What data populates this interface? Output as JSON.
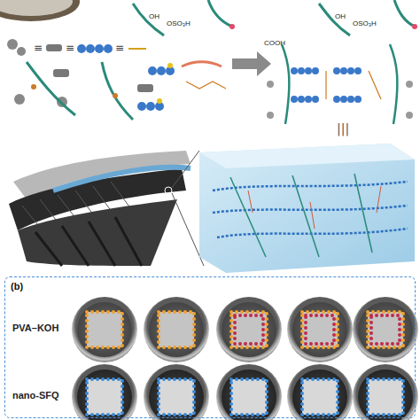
{
  "diagram": {
    "nodes": [
      {
        "text": [
          "(b)"
        ]
      }
    ],
    "labels": [
      "OH",
      "OSO₃H",
      "OH",
      "OSO₃H",
      "COOH",
      "PVA–KOH",
      "nano-SFQ"
    ]
  }
}
